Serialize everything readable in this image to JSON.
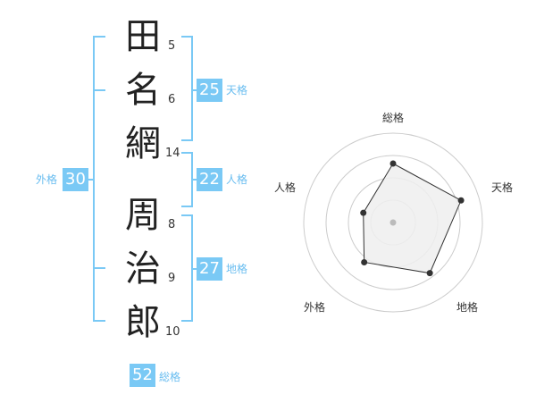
{
  "name": {
    "characters": [
      {
        "char": "田",
        "strokes": "5"
      },
      {
        "char": "名",
        "strokes": "6"
      },
      {
        "char": "網",
        "strokes": "14"
      },
      {
        "char": "周",
        "strokes": "8"
      },
      {
        "char": "治",
        "strokes": "9"
      },
      {
        "char": "郎",
        "strokes": "10"
      }
    ]
  },
  "kakusu": {
    "tenkaku": {
      "value": "25",
      "label": "天格"
    },
    "jinkaku": {
      "value": "22",
      "label": "人格"
    },
    "chikaku": {
      "value": "27",
      "label": "地格"
    },
    "gaikaku": {
      "value": "30",
      "label": "外格"
    },
    "soukaku": {
      "value": "52",
      "label": "総格"
    }
  },
  "chart_data": {
    "type": "radar",
    "axes": [
      "総格",
      "天格",
      "地格",
      "外格",
      "人格"
    ],
    "values": [
      0.66,
      0.8,
      0.7,
      0.55,
      0.35
    ],
    "rings": 4,
    "colors": {
      "fill": "#efefef",
      "line": "#333333",
      "ring": "#cccccc",
      "center": "#bbbbbb"
    }
  },
  "colors": {
    "accent": "#7ac9f5"
  }
}
